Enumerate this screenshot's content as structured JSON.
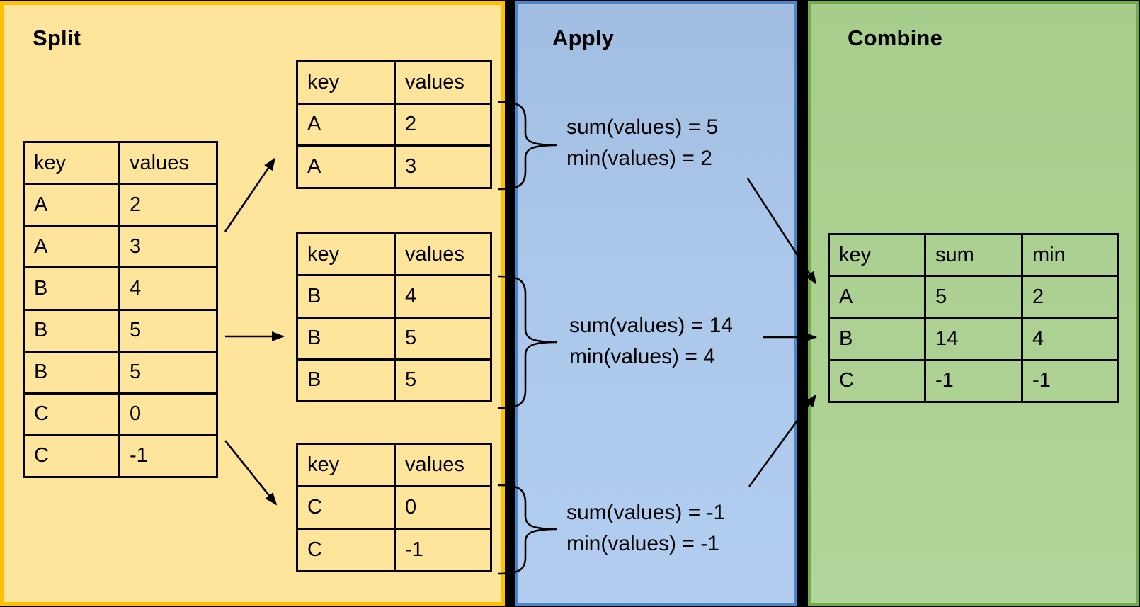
{
  "panels": {
    "split": {
      "title": "Split",
      "fill": "#FFE59B",
      "border": "#FFC000"
    },
    "apply": {
      "title": "Apply",
      "fill": "#ABC8EA",
      "border": "#4A86C8"
    },
    "combine": {
      "title": "Combine",
      "fill": "#ACD192",
      "border": "#70AD47"
    }
  },
  "tables": {
    "source": {
      "headers": [
        "key",
        "values"
      ],
      "rows": [
        [
          "A",
          "2"
        ],
        [
          "A",
          "3"
        ],
        [
          "B",
          "4"
        ],
        [
          "B",
          "5"
        ],
        [
          "B",
          "5"
        ],
        [
          "C",
          "0"
        ],
        [
          "C",
          "-1"
        ]
      ]
    },
    "group_a": {
      "headers": [
        "key",
        "values"
      ],
      "rows": [
        [
          "A",
          "2"
        ],
        [
          "A",
          "3"
        ]
      ]
    },
    "group_b": {
      "headers": [
        "key",
        "values"
      ],
      "rows": [
        [
          "B",
          "4"
        ],
        [
          "B",
          "5"
        ],
        [
          "B",
          "5"
        ]
      ]
    },
    "group_c": {
      "headers": [
        "key",
        "values"
      ],
      "rows": [
        [
          "C",
          "0"
        ],
        [
          "C",
          "-1"
        ]
      ]
    },
    "result": {
      "headers": [
        "key",
        "sum",
        "min"
      ],
      "rows": [
        [
          "A",
          "5",
          "2"
        ],
        [
          "B",
          "14",
          "4"
        ],
        [
          "C",
          "-1",
          "-1"
        ]
      ]
    }
  },
  "apply_text": {
    "group_a": {
      "line1": "sum(values) = 5",
      "line2": "min(values) = 2"
    },
    "group_b": {
      "line1": "sum(values) = 14",
      "line2": "min(values) = 4"
    },
    "group_c": {
      "line1": "sum(values) = -1",
      "line2": "min(values) = -1"
    }
  }
}
